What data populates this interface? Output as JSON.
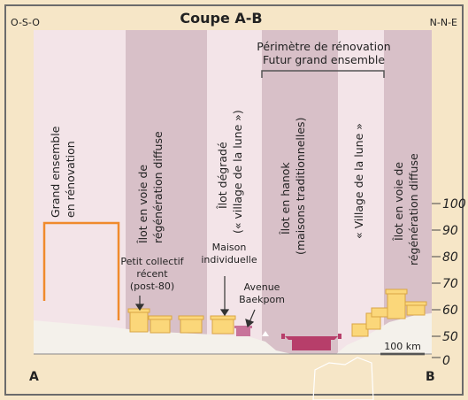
{
  "diagram": {
    "title": "Coupe A-B",
    "direction_left": "O-S-O",
    "direction_right": "N-N-E",
    "endpoint_left": "A",
    "endpoint_right": "B",
    "perimeter_label_line1": "Périmètre de rénovation",
    "perimeter_label_line2": "Futur grand ensemble",
    "zones": [
      {
        "line1": "Grand ensemble",
        "line2": "en rénovation",
        "shade": "light"
      },
      {
        "line1": "Îlot en voie de",
        "line2": "régénération diffuse",
        "shade": "dark"
      },
      {
        "line1": "Îlot dégradé",
        "line2": "(« village de la lune »)",
        "shade": "light"
      },
      {
        "line1": "Îlot en hanok",
        "line2": "(maisons traditionnelles)",
        "shade": "dark"
      },
      {
        "line1": "« Village de la lune »",
        "line2": "",
        "shade": "light"
      },
      {
        "line1": "Îlot en voie de",
        "line2": "régénération diffuse",
        "shade": "dark"
      }
    ],
    "annotations": {
      "petit_collectif_line1": "Petit collectif",
      "petit_collectif_line2": "récent",
      "petit_collectif_line3": "(post-80)",
      "maison_line1": "Maison",
      "maison_line2": "individuelle",
      "avenue_line1": "Avenue",
      "avenue_line2": "Baekpom"
    },
    "scale_bar_label": "100 km",
    "vertical_scale_ticks": [
      "100",
      "90",
      "80",
      "70",
      "60",
      "50",
      "0"
    ],
    "colors": {
      "background": "#f6e6c7",
      "zone_light": "#f3e4e8",
      "zone_dark": "#d8c0c8",
      "ground": "#f4f1eb",
      "building": "#fbd77a",
      "highrise_outline": "#f08a2c",
      "hanok": "#b73e6a"
    }
  }
}
